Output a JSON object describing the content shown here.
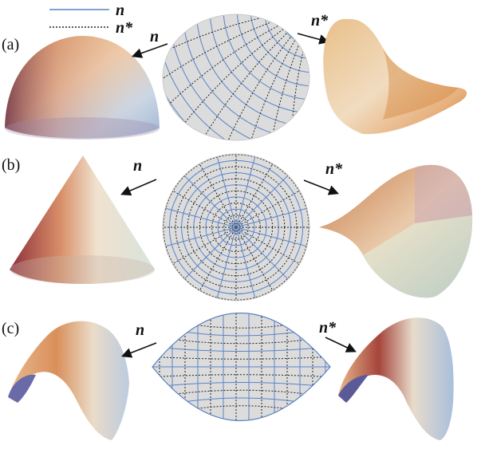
{
  "legend": {
    "solid_label": "n",
    "dashed_label": "n*"
  },
  "panels": [
    {
      "label": "(a)",
      "left_arrow_label": "n",
      "right_arrow_label": "n*"
    },
    {
      "label": "(b)",
      "left_arrow_label": "n",
      "right_arrow_label": "n*"
    },
    {
      "label": "(c)",
      "left_arrow_label": "n",
      "right_arrow_label": "n*"
    }
  ],
  "colors": {
    "solid_line": "#5b82c6",
    "dashed_line": "#222222",
    "domain_fill": "#dcdcdc"
  }
}
